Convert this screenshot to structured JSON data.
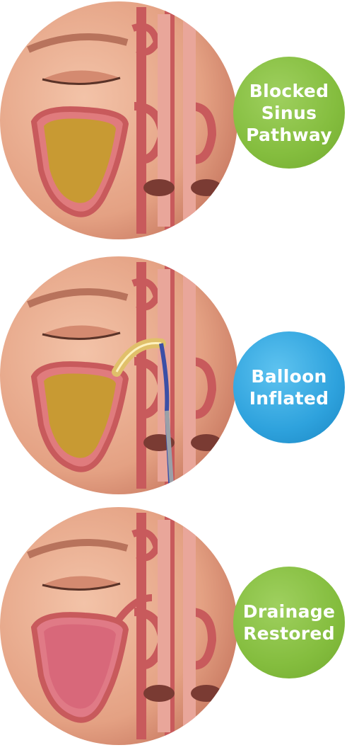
{
  "panels": [
    {
      "stage": "blocked",
      "badge_lines": [
        "Blocked",
        "Sinus",
        "Pathway"
      ],
      "badge_color": "#84bd3e"
    },
    {
      "stage": "balloon",
      "badge_lines": [
        "Balloon",
        "Inflated"
      ],
      "badge_color": "#2ea2dd"
    },
    {
      "stage": "drained",
      "badge_lines": [
        "Drainage",
        "Restored"
      ],
      "badge_color": "#84bd3e"
    }
  ],
  "colors": {
    "skin": "#e8a98c",
    "skin_shadow": "#c97a62",
    "tissue": "#c85a5c",
    "tissue_light": "#e38a8a",
    "mucus": "#c89a33",
    "sinus_open": "#e07a86",
    "catheter": "#3b4fa6"
  }
}
